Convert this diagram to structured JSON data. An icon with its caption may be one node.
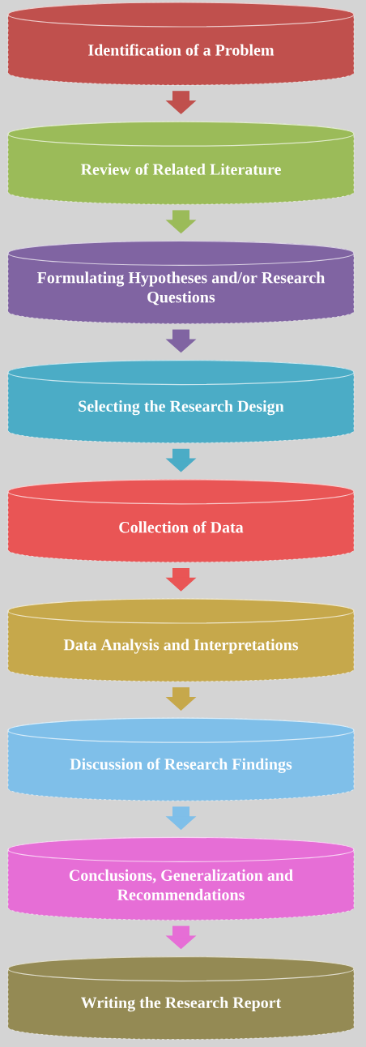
{
  "diagram": {
    "nodes": [
      {
        "text": [
          "Identification of a Problem"
        ]
      },
      {
        "text": [
          "Review of Related Literature"
        ]
      },
      {
        "text": [
          "Formulating Hypotheses and/or Research Questions"
        ]
      },
      {
        "text": [
          "Selecting the Research Design"
        ]
      },
      {
        "text": [
          "Collection of Data"
        ]
      },
      {
        "text": [
          "Data Analysis and Interpretations"
        ]
      },
      {
        "text": [
          "Discussion of Research Findings"
        ]
      },
      {
        "text": [
          "Conclusions, Generalization and Recommendations"
        ]
      },
      {
        "text": [
          "Writing the Research Report"
        ]
      }
    ],
    "edges": [
      {
        "from": 0,
        "to": 1,
        "arrow": "to",
        "color": "#c0504d"
      },
      {
        "from": 1,
        "to": 2,
        "arrow": "to",
        "color": "#9bbb59"
      },
      {
        "from": 2,
        "to": 3,
        "arrow": "to",
        "color": "#8064a2"
      },
      {
        "from": 3,
        "to": 4,
        "arrow": "to",
        "color": "#4bacc6"
      },
      {
        "from": 4,
        "to": 5,
        "arrow": "to",
        "color": "#e95555"
      },
      {
        "from": 5,
        "to": 6,
        "arrow": "to",
        "color": "#c6a84b"
      },
      {
        "from": 6,
        "to": 7,
        "arrow": "to",
        "color": "#7fbfe9"
      },
      {
        "from": 7,
        "to": 8,
        "arrow": "to",
        "color": "#e66ed6"
      }
    ]
  }
}
